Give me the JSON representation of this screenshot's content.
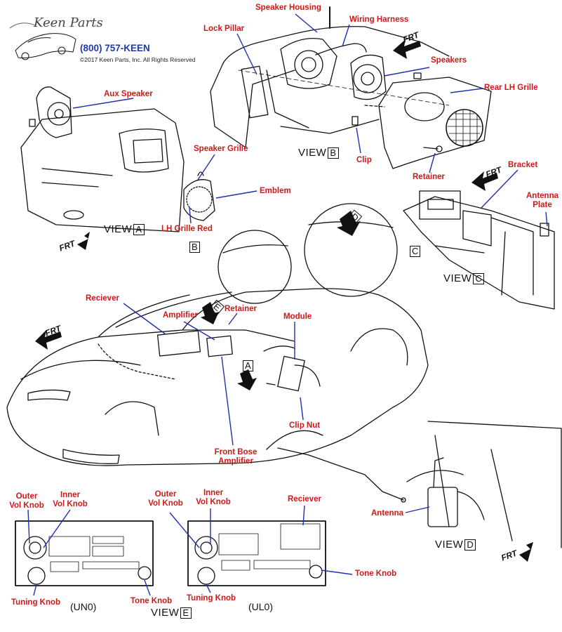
{
  "logo": {
    "name": "Keen Parts",
    "phone": "(800) 757-KEEN",
    "copyright": "©2017 Keen Parts, Inc. All Rights Reserved"
  },
  "labels": {
    "speaker_housing": "Speaker Housing",
    "wiring_harness": "Wiring Harness",
    "lock_pillar": "Lock Pillar",
    "speakers": "Speakers",
    "rear_lh_grille": "Rear LH Grille",
    "aux_speaker": "Aux Speaker",
    "speaker_grille": "Speaker Grille",
    "emblem": "Emblem",
    "clip": "Clip",
    "retainer": "Retainer",
    "lh_grille_red": "LH Grille Red",
    "bracket": "Bracket",
    "antenna_plate_1": "Antenna",
    "antenna_plate_2": "Plate",
    "reciever_top": "Reciever",
    "amplifier": "Amplifier",
    "retainer_e": "Retainer",
    "module": "Module",
    "clip_nut": "Clip Nut",
    "front_bose_1": "Front Bose",
    "front_bose_2": "Amplifier",
    "antenna": "Antenna",
    "outer_vol_knob_l1": "Outer",
    "outer_vol_knob_l2": "Vol Knob",
    "inner_vol_knob_l1": "Inner",
    "inner_vol_knob_l2": "Vol Knob",
    "outer_vol_knob_r1": "Outer",
    "outer_vol_knob_r2": "Vol Knob",
    "inner_vol_knob_r1": "Inner",
    "inner_vol_knob_r2": "Vol Knob",
    "reciever_bottom": "Reciever",
    "tone_knob_right": "Tone Knob",
    "tuning_knob_left": "Tuning Knob",
    "tone_knob_left": "Tone Knob",
    "tuning_knob_right": "Tuning Knob"
  },
  "views": {
    "view_word": "VIEW",
    "a": "A",
    "b": "B",
    "c": "C",
    "d": "D",
    "e": "E"
  },
  "callouts": {
    "b": "B",
    "c": "C",
    "a": "A",
    "d": "D",
    "e": "E"
  },
  "front_marker": "FRT",
  "radio_codes": {
    "un0": "(UN0)",
    "ul0": "(UL0)"
  },
  "colors": {
    "label_red": "#d01818",
    "leader_blue": "#1f2fb0",
    "phone_blue": "#1d3aa8",
    "line_black": "#111111"
  }
}
